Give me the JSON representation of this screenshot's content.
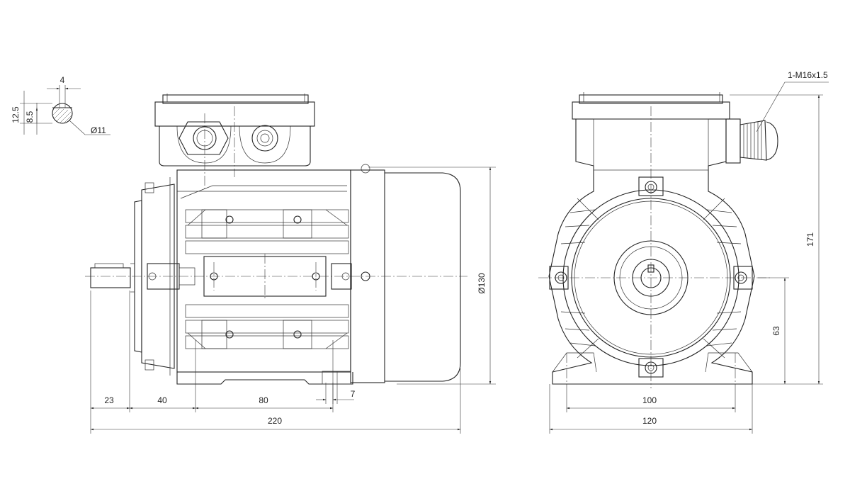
{
  "shaft_section": {
    "key_width": "4",
    "height_total": "12.5",
    "height_flat": "8.5",
    "diameter": "Ø11"
  },
  "side_view": {
    "fan_cover_diameter": "Ø130",
    "dim_shaft_length": "23",
    "dim_shoulder_to_foot_hole": "40",
    "dim_foot_hole_spacing": "80",
    "dim_foot_slot": "7",
    "dim_overall_length": "220"
  },
  "end_view": {
    "cable_gland": "1-M16x1.5",
    "dim_overall_height": "171",
    "dim_shaft_height": "63",
    "dim_foot_hole_spacing": "100",
    "dim_foot_width": "120"
  }
}
